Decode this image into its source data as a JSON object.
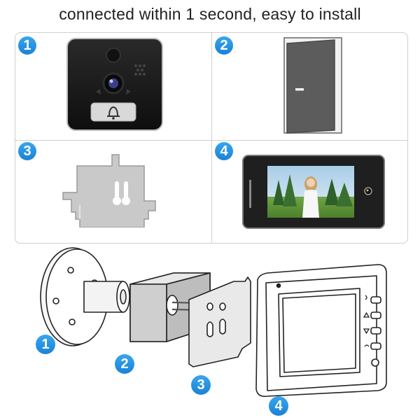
{
  "headline": "connected within 1 second, easy to install",
  "steps": [
    {
      "number": "1",
      "item": "doorbell-camera"
    },
    {
      "number": "2",
      "item": "door"
    },
    {
      "number": "3",
      "item": "mounting-plate"
    },
    {
      "number": "4",
      "item": "indoor-monitor"
    }
  ],
  "diagram_labels": [
    "1",
    "2",
    "3",
    "4"
  ],
  "colors": {
    "badge": "#1a82d6",
    "border": "#cfcfcf",
    "camera_body": "#1c1c1c",
    "door": "#5c5c5c"
  },
  "icons": {
    "bell": "bell-icon"
  }
}
